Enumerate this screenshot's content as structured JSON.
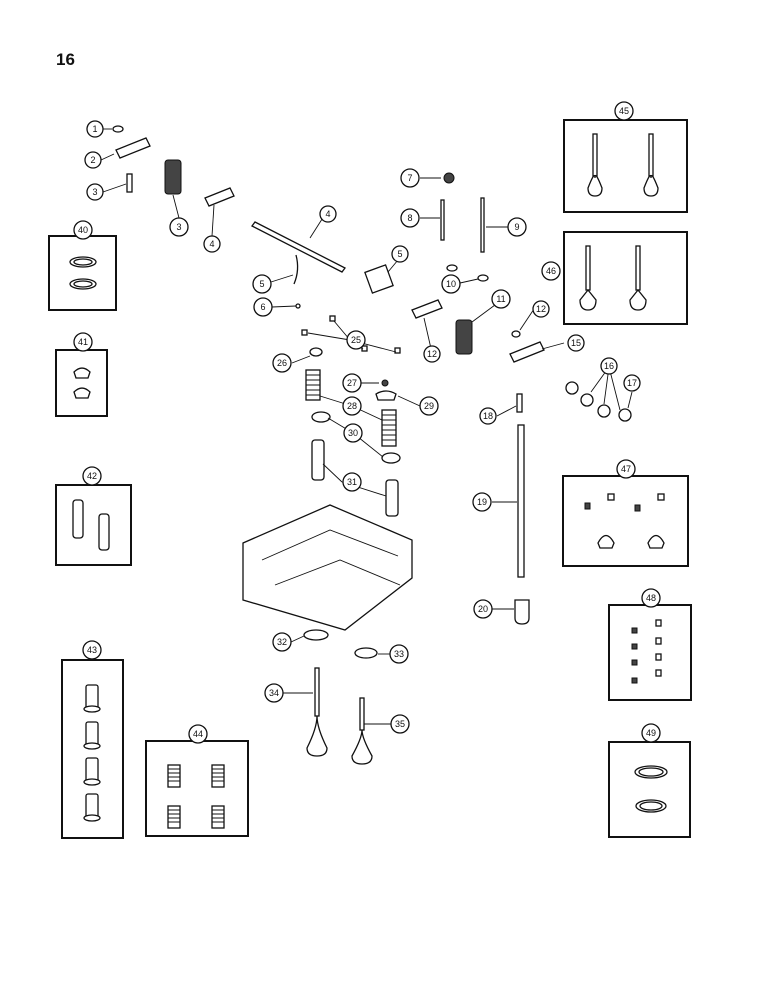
{
  "page": {
    "number": "16"
  },
  "callouts": [
    "1",
    "2",
    "3",
    "3",
    "4",
    "4",
    "5",
    "5",
    "6",
    "7",
    "8",
    "9",
    "10",
    "11",
    "12",
    "12",
    "15",
    "16",
    "17",
    "18",
    "19",
    "20",
    "25",
    "26",
    "27",
    "28",
    "29",
    "30",
    "31",
    "32",
    "33",
    "34",
    "35",
    "40",
    "41",
    "42",
    "43",
    "44",
    "45",
    "46",
    "47",
    "48",
    "49"
  ]
}
